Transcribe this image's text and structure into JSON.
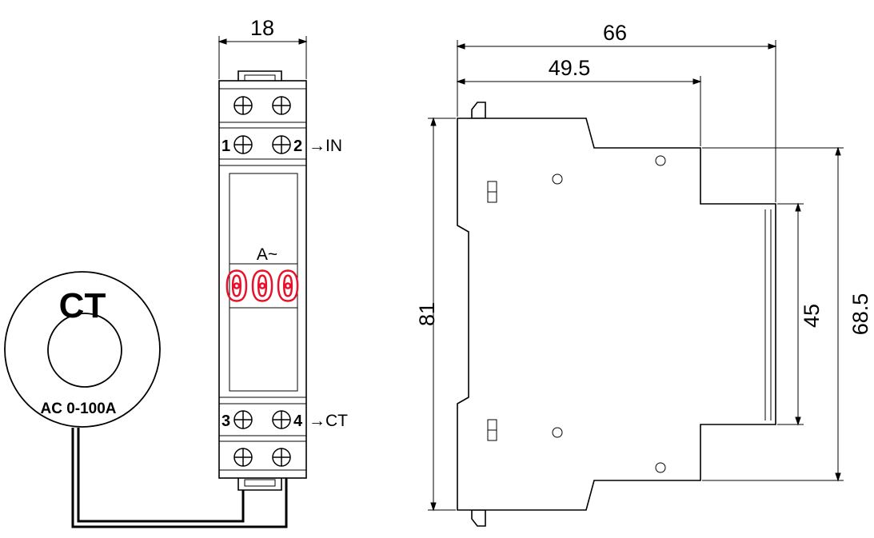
{
  "dimensions": {
    "module_width": "18",
    "total_depth": "66",
    "front_depth": "49.5",
    "height": "81",
    "rail_height": "45",
    "body_height": "68.5"
  },
  "terminals": {
    "t1": "1",
    "t2": "2",
    "t3": "3",
    "t4": "4",
    "in_label": "→IN",
    "ct_label": "→CT"
  },
  "display": {
    "unit": "A~",
    "reading": "000",
    "color": "#e8102a"
  },
  "ct": {
    "title": "CT",
    "range": "AC 0-100A"
  }
}
